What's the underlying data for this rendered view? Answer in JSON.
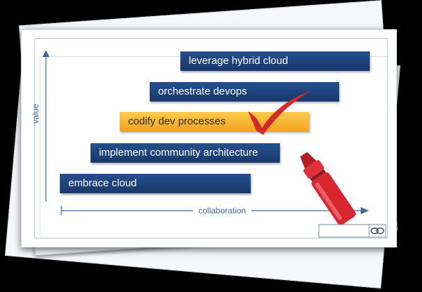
{
  "diagram": {
    "y_axis_label": "value",
    "x_axis_label": "collaboration",
    "steps": [
      {
        "label": "leverage hybrid cloud",
        "highlighted": false
      },
      {
        "label": "orchestrate devops",
        "highlighted": false
      },
      {
        "label": "codify dev processes",
        "highlighted": true
      },
      {
        "label": "implement community architecture",
        "highlighted": false
      },
      {
        "label": "embrace cloud",
        "highlighted": false
      }
    ]
  },
  "colors": {
    "bar": "#1b4178",
    "highlight": "#f5a623",
    "checkmark": "#d42a2a",
    "axis": "#3c6aa0",
    "marker": "#d9252e"
  },
  "icons": [
    "checkmark-icon",
    "highlighter-marker-icon",
    "cloud-link-icon"
  ]
}
